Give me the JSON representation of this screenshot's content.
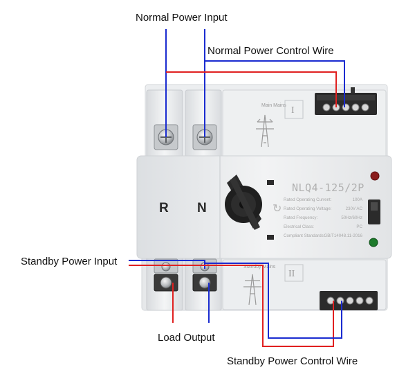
{
  "labels": {
    "normal_power_input": "Normal Power Input",
    "normal_power_control_wire": "Normal Power Control Wire",
    "standby_power_input": "Standby Power Input",
    "load_output": "Load Output",
    "standby_power_control_wire": "Standby Power Control Wire"
  },
  "device": {
    "model": "NLQ4-125/2P",
    "top_section_label": "Main Mains",
    "bottom_section_label": "Standby Mains",
    "top_section_numeral": "I",
    "bottom_section_numeral": "II",
    "phase_left": "R",
    "phase_right": "N",
    "specs": [
      {
        "label": "Rated Operating Current:",
        "value": "100A"
      },
      {
        "label": "Rated Operating Voltage:",
        "value": "230V AC"
      },
      {
        "label": "Rated Frequency:",
        "value": "50Hz/60Hz"
      },
      {
        "label": "Electrical Class:",
        "value": "PC"
      },
      {
        "label": "Compliant Standards:",
        "value": "GB/T14048.11-2016"
      }
    ]
  },
  "colors": {
    "wire_blue": "#1a2bd0",
    "wire_red": "#e02020",
    "body": "#e9ebed",
    "knob": "#222222"
  }
}
